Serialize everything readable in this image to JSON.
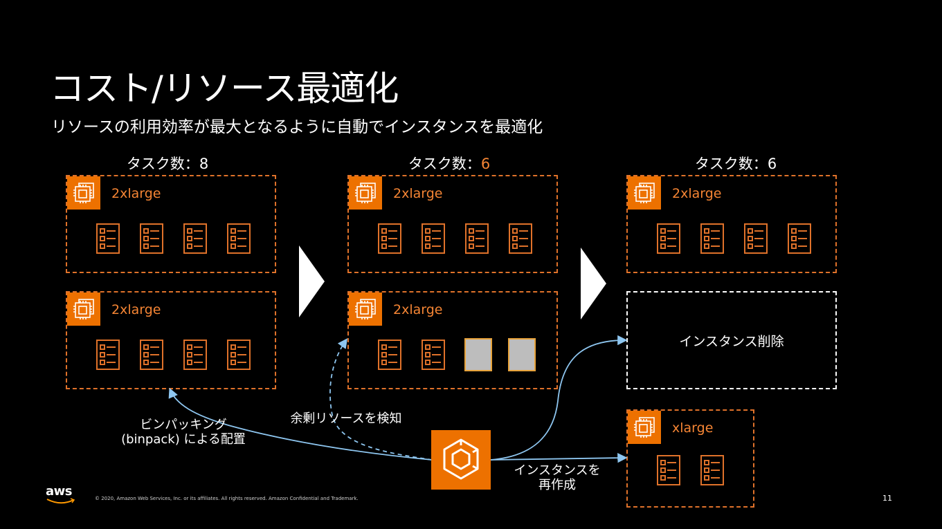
{
  "slide": {
    "title": "コスト/リソース最適化",
    "subtitle": "リソースの利用効率が最大となるように自動でインスタンスを最適化",
    "page_number": "11",
    "footer": "© 2020, Amazon Web Services, Inc. or its affiliates. All rights reserved. Amazon Confidential and Trademark.",
    "logo": "aws"
  },
  "columns": [
    {
      "task_label": "タスク数：",
      "task_count": "8",
      "count_highlighted": false
    },
    {
      "task_label": "タスク数：",
      "task_count": "6",
      "count_highlighted": true
    },
    {
      "task_label": "タスク数：",
      "task_count": "6",
      "count_highlighted": false
    }
  ],
  "instances": {
    "c1_top": {
      "label": "2xlarge"
    },
    "c1_bottom": {
      "label": "2xlarge"
    },
    "c2_top": {
      "label": "2xlarge"
    },
    "c2_bottom": {
      "label": "2xlarge"
    },
    "c3_top": {
      "label": "2xlarge"
    },
    "c3_new": {
      "label": "xlarge"
    }
  },
  "deleted_instance_label": "インスタンス削除",
  "annotations": {
    "binpack_line1": "ビンパッキング",
    "binpack_line2": "(binpack) による配置",
    "detect_surplus": "余剰リソースを検知",
    "recreate_line1": "インスタンスを",
    "recreate_line2": "再作成"
  },
  "colors": {
    "accent_orange": "#ed7100",
    "dash_orange": "#e0722a",
    "arrow_blue": "#8ec6f0",
    "free_slot_gray": "#bdbdbd"
  },
  "icons": [
    "ec2-instance-icon",
    "ecs-task-icon",
    "ecs-service-icon",
    "aws-logo"
  ]
}
